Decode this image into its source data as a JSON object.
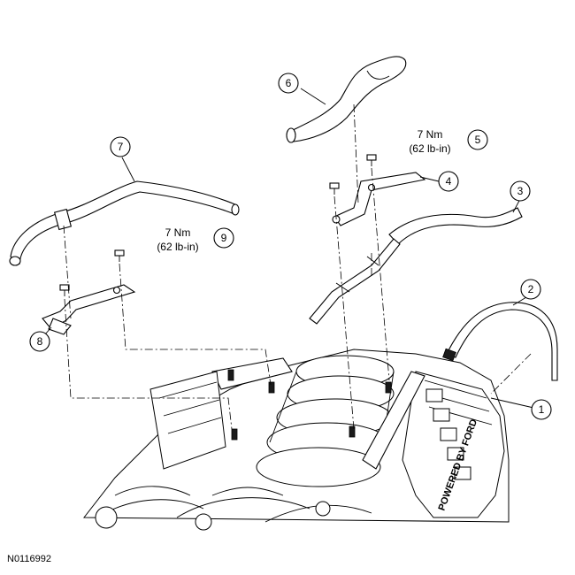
{
  "figure_id": "N0116992",
  "torque_labels": {
    "t5": {
      "nm": "7 Nm",
      "lbin": "(62 lb-in)"
    },
    "t9": {
      "nm": "7 Nm",
      "lbin": "(62 lb-in)"
    }
  },
  "callouts": [
    "1",
    "2",
    "3",
    "4",
    "5",
    "6",
    "7",
    "8",
    "9"
  ],
  "engine_cover_text": "POWERED BY FORD"
}
